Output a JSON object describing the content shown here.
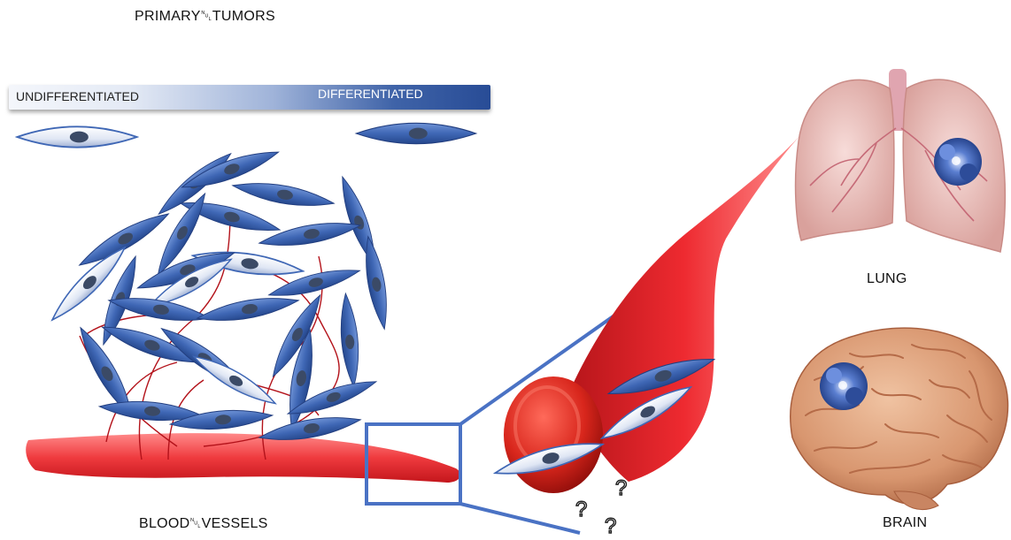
{
  "title": "PRIMARY␀TUMORS",
  "gradient": {
    "left_label": "UNDIFFERENTIATED",
    "right_label": "DIFFERENTIATED"
  },
  "labels": {
    "lung": "LUNG",
    "brain": "BRAIN",
    "vessels": "BLOOD␀VESSELS"
  },
  "question_marks": [
    "?",
    "?",
    "?"
  ],
  "colors": {
    "differentiated_cell": "#3f67b5",
    "undifferentiated_cell": "#e9eef8",
    "nucleus": "#3b4a66",
    "vessel": "#e8363a",
    "zoom_box": "#4a72c4"
  }
}
